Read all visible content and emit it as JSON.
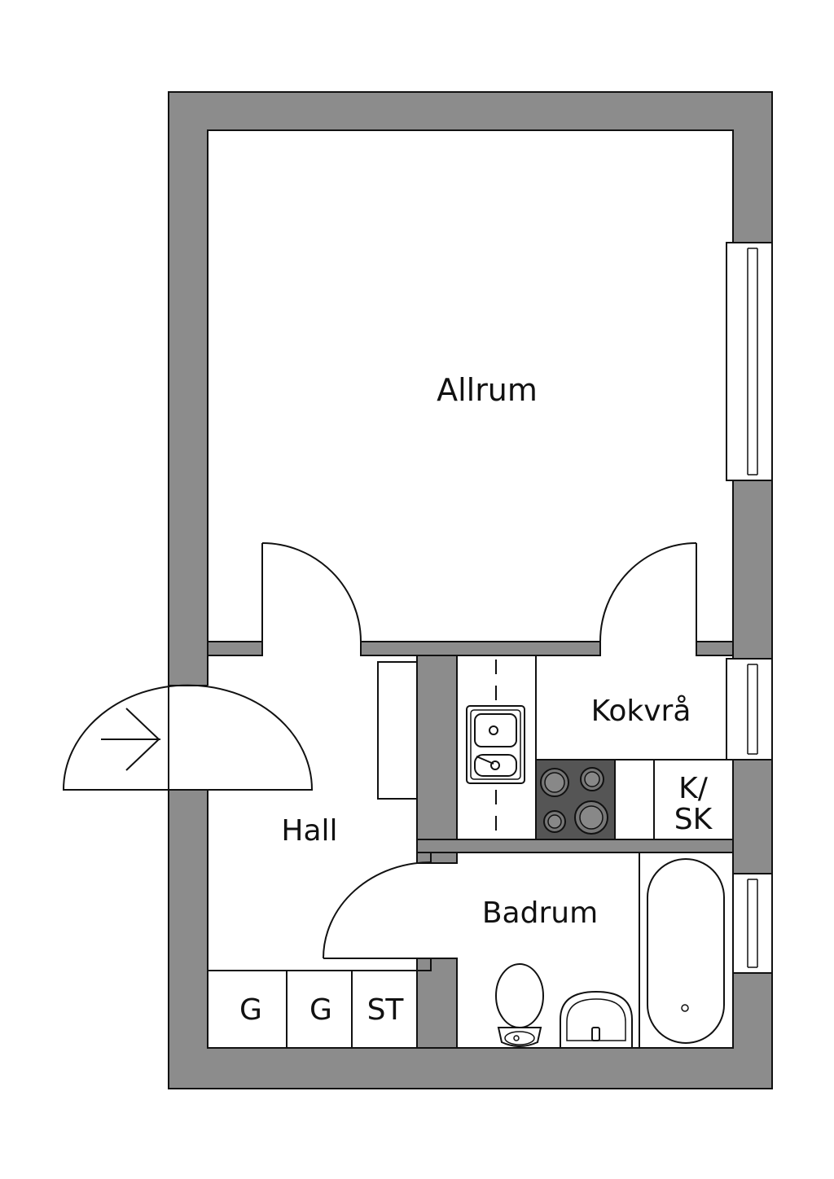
{
  "rooms": {
    "living": "Allrum",
    "kitchen": "Kokvrå",
    "hall": "Hall",
    "bathroom": "Badrum"
  },
  "fixtures": {
    "fridge_freezer_line1": "K/",
    "fridge_freezer_line2": "SK",
    "closet_1": "G",
    "closet_2": "G",
    "closet_3": "ST"
  },
  "colors": {
    "wall": "#8c8c8c",
    "line": "#111111",
    "stove": "#555555",
    "background": "#ffffff"
  },
  "icons": {
    "entrance": "entrance-arrow-icon"
  }
}
